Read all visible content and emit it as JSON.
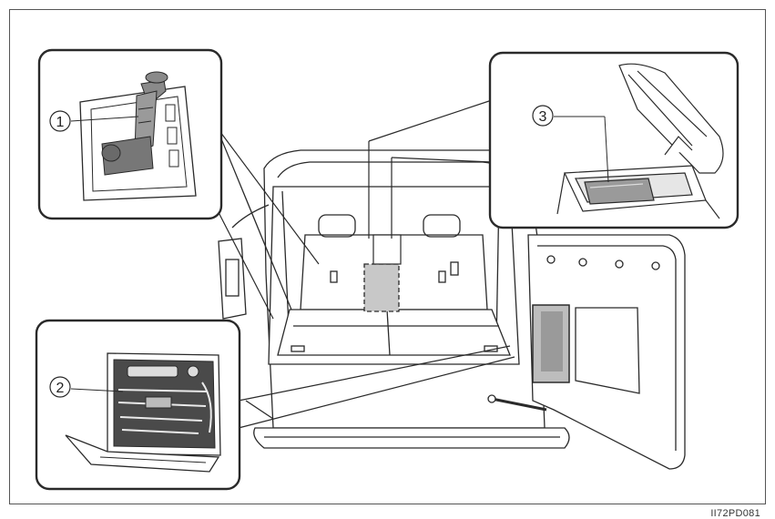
{
  "callouts": [
    {
      "number": "1"
    },
    {
      "number": "2"
    },
    {
      "number": "3"
    }
  ],
  "figure_code": "II72PD081",
  "colors": {
    "line": "#2a2a2a",
    "fill_light": "#ffffff",
    "fill_gray": "#bdbdbd",
    "fill_dark": "#4a4a4a"
  }
}
